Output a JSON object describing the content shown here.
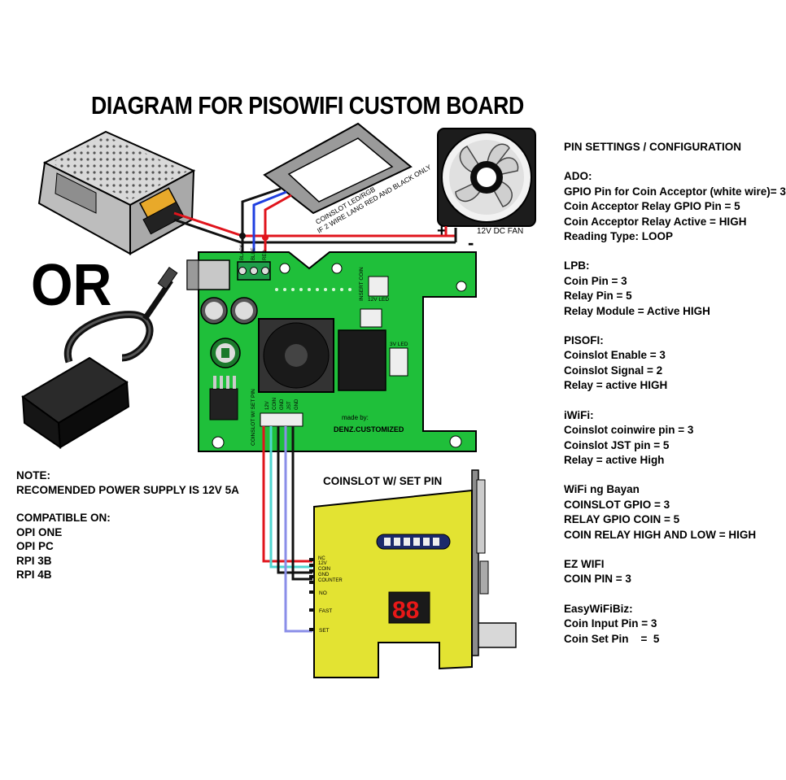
{
  "title": "DIAGRAM FOR PISOWIFI CUSTOM BOARD",
  "or_label": "OR",
  "coinslot_led_label": "COINSLOT LED/RGB",
  "coinslot_led_note": "IF 2 WIRE LANG RED AND BLACK ONLY",
  "fan_label": "12V DC FAN",
  "fan_plus": "+",
  "fan_minus": "-",
  "board": {
    "terminal_labels": [
      "BLACK",
      "BLUE",
      "RED"
    ],
    "insert_coin_label": "INSERT COIN",
    "led_12v_label": "12V LED",
    "led_3v_label": "3V LED",
    "coinslot_setpin_label": "COINSLOT W/ SET PIN",
    "jst_labels": [
      "12V",
      "COIN",
      "GND",
      "JST",
      "GND"
    ],
    "made_by_label": "made by:",
    "maker": "DENZ.CUSTOMIZED"
  },
  "coinslot": {
    "title": "COINSLOT W/ SET PIN",
    "pin_labels": [
      "NC",
      "12V",
      "COIN",
      "GND",
      "COUNTER"
    ],
    "side_labels": [
      "NO",
      "FAST",
      "SET"
    ],
    "display_digits": "88"
  },
  "note": {
    "heading": "NOTE:",
    "text": "RECOMENDED POWER SUPPLY IS 12V 5A",
    "compatible_heading": "COMPATIBLE ON:",
    "compatible": [
      "OPI ONE",
      "OPI PC",
      "RPI 3B",
      "RPI 4B"
    ]
  },
  "pin_settings": {
    "heading": "PIN SETTINGS / CONFIGURATION",
    "sections": [
      {
        "name": "ADO:",
        "lines": [
          "GPIO Pin for Coin Acceptor (white wire)= 3",
          "Coin Acceptor Relay GPIO Pin = 5",
          "Coin Acceptor Relay Active = HIGH",
          "Reading Type: LOOP"
        ]
      },
      {
        "name": "LPB:",
        "lines": [
          "Coin Pin = 3",
          "Relay Pin = 5",
          "Relay Module = Active HIGH"
        ]
      },
      {
        "name": "PISOFI:",
        "lines": [
          "Coinslot Enable = 3",
          "Coinslot Signal = 2",
          "Relay = active HIGH"
        ]
      },
      {
        "name": "iWiFi:",
        "lines": [
          "Coinslot coinwire pin = 3",
          "Coinslot JST pin = 5",
          "Relay = active High"
        ]
      },
      {
        "name": "WiFi ng Bayan",
        "lines": [
          "COINSLOT GPIO = 3",
          "RELAY GPIO COIN = 5",
          "COIN RELAY HIGH AND LOW = HIGH"
        ]
      },
      {
        "name": "EZ WIFI",
        "lines": [
          "COIN PIN = 3"
        ]
      },
      {
        "name": "EasyWiFiBiz:",
        "lines": [
          "Coin Input Pin = 3",
          "Coin Set Pin    =  5"
        ]
      }
    ]
  },
  "colors": {
    "wire_red": "#e0141c",
    "wire_black": "#111111",
    "wire_blue": "#1f3fe0",
    "wire_cyan": "#4fd6d0",
    "wire_purple": "#8a8ee8",
    "board_green": "#1fbf3a",
    "coinslot_yellow": "#e3e332"
  }
}
